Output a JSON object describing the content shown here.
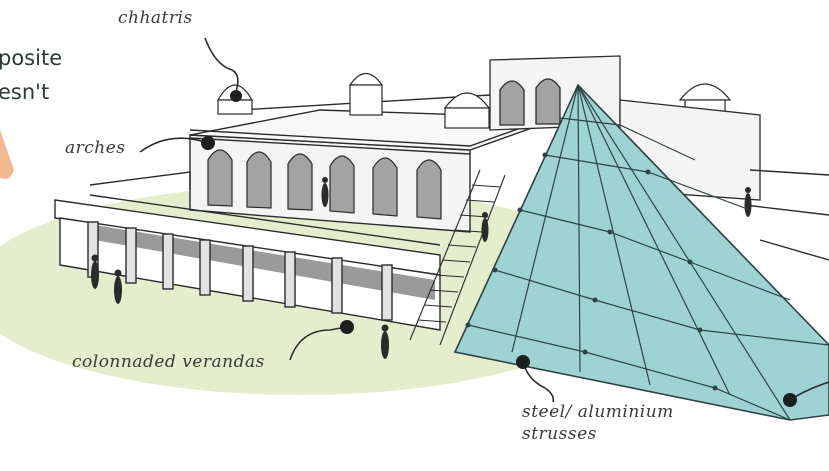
{
  "cut_text": {
    "line1": "posite",
    "line2": "esn't"
  },
  "labels": {
    "chhatris": "chhatris",
    "arches": "arches",
    "verandas": "colonnaded verandas",
    "trusses_line1": "steel/ aluminium",
    "trusses_line2": "strusses"
  },
  "colors": {
    "ground": "#e4eecd",
    "glass": "#9fd3d3",
    "glass_lines": "#2e4444",
    "ink": "#2b2b2b",
    "stone": "#f4f4f4",
    "shadow": "#9a9a9a",
    "orange": "#f0b98f"
  }
}
